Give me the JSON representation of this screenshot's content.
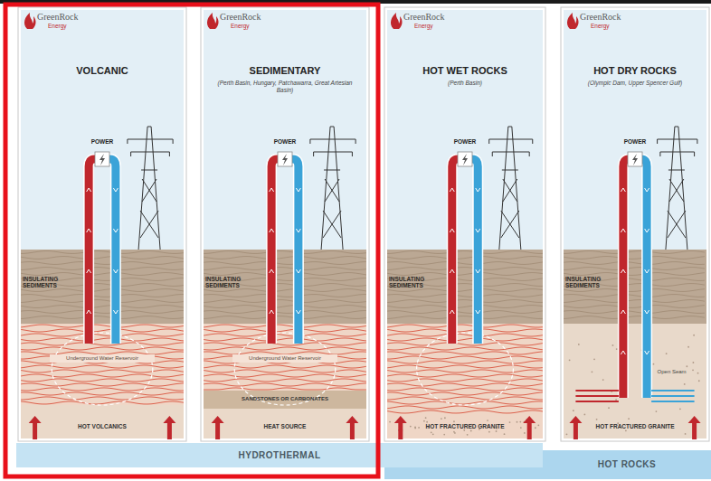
{
  "diagram": {
    "nodes": [
      {
        "text": [
          "VOLCANIC"
        ]
      },
      {
        "text": [
          "SEDIMENTARY",
          "(Perth Basin, Hungary, Patchawarra, Great Artesian Basin)"
        ]
      },
      {
        "text": [
          "HOT WET ROCKS",
          "(Perth Basin)"
        ]
      },
      {
        "text": [
          "HOT DRY ROCKS",
          "(Olympic Dam, Upper Spencer Gulf)"
        ]
      },
      {
        "text": [
          "HYDROTHERMAL"
        ]
      },
      {
        "text": [
          "HOT ROCKS"
        ]
      }
    ],
    "labels": [
      "GreenRock",
      "Energy",
      "POWER",
      "INSULATING SEDIMENTS",
      "Underground Water Reservoir",
      "HOT VOLCANICS",
      "GreenRock",
      "Energy",
      "POWER",
      "INSULATING SEDIMENTS",
      "Underground Water Reservoir",
      "SANDSTONES OR CARBONATES",
      "HEAT SOURCE",
      "GreenRock",
      "Energy",
      "POWER",
      "INSULATING SEDIMENTS",
      "HOT FRACTURED GRANITE",
      "GreenRock",
      "Energy",
      "POWER",
      "INSULATING SEDIMENTS",
      "Open Seam",
      "HOT FRACTURED GRANITE"
    ]
  }
}
